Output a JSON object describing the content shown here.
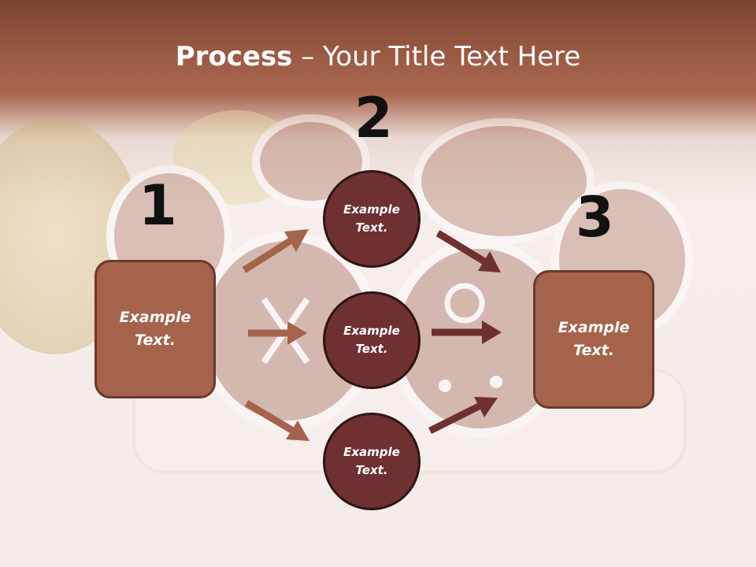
{
  "title": {
    "bold": "Process",
    "rest": " – Your Title Text Here"
  },
  "numbers": {
    "one": "1",
    "two": "2",
    "three": "3"
  },
  "left_box": {
    "text": "Example Text."
  },
  "right_box": {
    "text": "Example Text."
  },
  "circles": [
    {
      "text": "Example Text."
    },
    {
      "text": "Example Text."
    },
    {
      "text": "Example Text."
    }
  ],
  "colors": {
    "header": "#9b5a44",
    "box_fill": "#a5634b",
    "circle_fill": "#6e3030",
    "arrow_light": "#a5634b",
    "arrow_dark": "#6e3030"
  }
}
